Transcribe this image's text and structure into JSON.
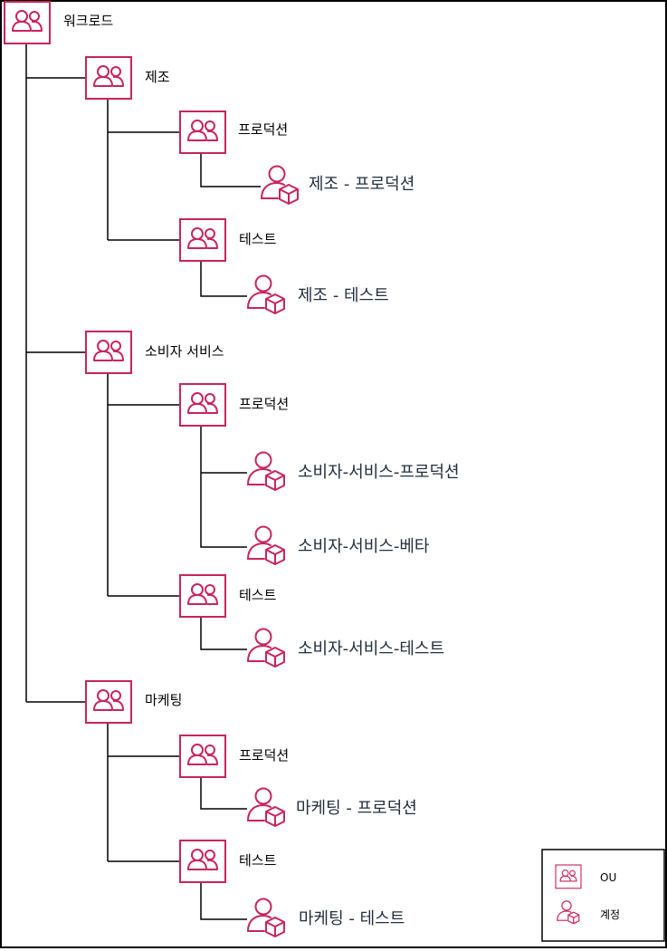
{
  "diagram": {
    "root": {
      "label": "워크로드"
    },
    "manufacturing": {
      "label": "제조",
      "production": {
        "label": "프로덕션",
        "account": "제조 - 프로덕션"
      },
      "test": {
        "label": "테스트",
        "account": "제조 - 테스트"
      }
    },
    "consumer": {
      "label": "소비자 서비스",
      "production": {
        "label": "프로덕션",
        "account1": "소비자-서비스-프로덕션",
        "account2": "소비자-서비스-베타"
      },
      "test": {
        "label": "테스트",
        "account": "소비자-서비스-테스트"
      }
    },
    "marketing": {
      "label": "마케팅",
      "production": {
        "label": "프로덕션",
        "account": "마케팅 - 프로덕션"
      },
      "test": {
        "label": "테스트",
        "account": "마케팅 - 테스트"
      }
    }
  },
  "legend": {
    "ou_label": "OU",
    "account_label": "계정"
  },
  "colors": {
    "accent": "#c7245e",
    "line": "#000000",
    "text": "#232f3e"
  },
  "icons": {
    "ou": "organizational-unit-icon",
    "account": "account-icon"
  }
}
